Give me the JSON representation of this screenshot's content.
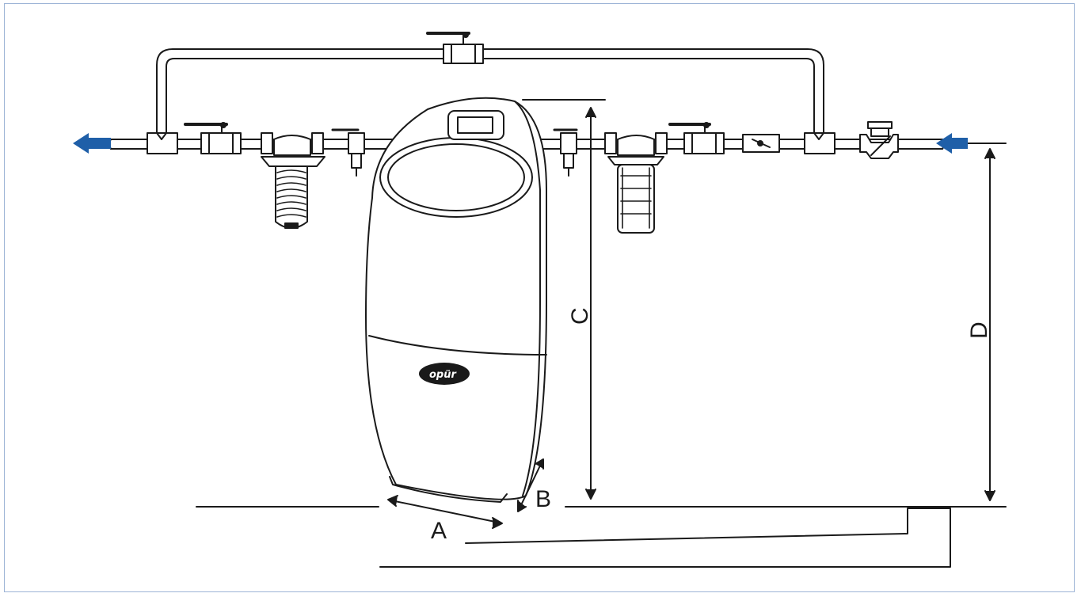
{
  "diagram": {
    "labels": {
      "a": "A",
      "b": "B",
      "c": "C",
      "d": "D"
    },
    "brand_logo_text": "opür",
    "colors": {
      "frame": "#9db4d6",
      "arrow": "#1f5fa8",
      "line": "#1a1a1a"
    }
  }
}
